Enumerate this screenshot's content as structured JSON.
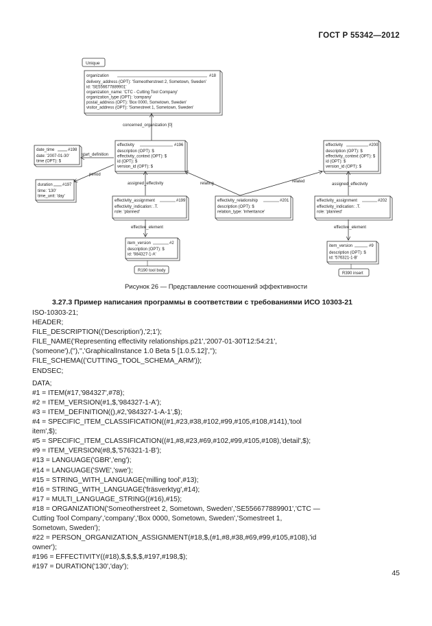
{
  "header": {
    "standard": "ГОСТ Р 55342—2012"
  },
  "diagram": {
    "label_unique": "Unique",
    "org": {
      "head": "organization",
      "num": "#18",
      "lines": [
        "delivery_address (OPT): 'Someotherstreet 2, Sometown, Sweden'",
        "id: 'SE556677889901'",
        "organization_name: 'CTC - Cutting Tool Company'",
        "organization_type (OPT): 'company'",
        "postal_address (OPT): 'Box 0000, Sometown, Sweden'",
        "visitor_address (OPT): 'Somestreet 1, Sometown, Sweden'"
      ]
    },
    "rel_concerned": "concerned_organization [0]",
    "datetime": {
      "head": "date_time",
      "num": "#198",
      "lines": [
        "date: '2007-01-30'",
        "time (OPT): $"
      ]
    },
    "rel_start": "start_definition",
    "eff196": {
      "head": "effectivity",
      "num": "#196",
      "lines": [
        "description (OPT): $",
        "effectivity_context (OPT): $",
        "id (OPT): $",
        "version_id (OPT): $"
      ]
    },
    "rel_period": "period",
    "duration": {
      "head": "duration",
      "num": "#197",
      "lines": [
        "time: '130'",
        "time_unit: 'day'"
      ]
    },
    "eff200": {
      "head": "effectivity",
      "num": "#200",
      "lines": [
        "description (OPT): $",
        "effectivity_context (OPT): $",
        "id (OPT): $",
        "version_id (OPT): $"
      ]
    },
    "rel_assigned_left": "assigned_effectivity",
    "rel_relating": "relating",
    "rel_related": "related",
    "rel_assigned_right": "assigned_effectivity",
    "ea199": {
      "head": "effectivity_assignment",
      "num": "#199",
      "lines": [
        "effectivity_indication: .T.",
        "role: 'planned'"
      ]
    },
    "er201": {
      "head": "effectivity_relationship",
      "num": "#201",
      "lines": [
        "description (OPT): $",
        "relation_type: 'inheritance'"
      ]
    },
    "ea202": {
      "head": "effectivity_assignment",
      "num": "#202",
      "lines": [
        "effectivity_indication: .T.",
        "role: 'planned'"
      ]
    },
    "rel_element_left": "effective_element",
    "rel_element_right": "effective_element",
    "iv2": {
      "head": "item_version",
      "num": "#2",
      "lines": [
        "description (OPT): $",
        "id: '984327-1-A'"
      ]
    },
    "iv9": {
      "head": "item_version",
      "num": "#9",
      "lines": [
        "description (OPT): $",
        "id: '576321-1-B'"
      ]
    },
    "tag_left": "R190 tool body",
    "tag_right": "R390 insert"
  },
  "caption": "Рисунок 26 — Представление соотношений эффективности",
  "section_heading": "3.27.3 Пример написания программы в соответствии с требованиями  ИСО 10303-21",
  "code_block1": [
    "ISO-10303-21;",
    "HEADER;",
    "FILE_DESCRIPTION(('Description'),'2;1');",
    "FILE_NAME('Representing effectivity relationships.p21','2007-01-30T12:54:21',",
    "('someone'),(''),'','GraphicalInstance 1.0 Beta 5 [1.0.5.12]','');",
    "FILE_SCHEMA(('CUTTING_TOOL_SCHEMA_ARM'));",
    "ENDSEC;"
  ],
  "code_block2": [
    "DATA;",
    "#1 = ITEM(#17,'984327',#78);",
    "#2 = ITEM_VERSION(#1,$,'984327-1-A');",
    "#3 = ITEM_DEFINITION((),#2,'984327-1-A-1',$);",
    "#4 = SPECIFIC_ITEM_CLASSIFICATION((#1,#23,#38,#102,#99,#105,#108,#141),'tool",
    "item',$);",
    "#5 = SPECIFIC_ITEM_CLASSIFICATION((#1,#8,#23,#69,#102,#99,#105,#108),'detail',$);",
    "#9 = ITEM_VERSION(#8,$,'576321-1-B');",
    "#13 = LANGUAGE('GBR','eng');",
    "#14 = LANGUAGE('SWE','swe');",
    "#15 = STRING_WITH_LANGUAGE('milling tool',#13);",
    "#16 = STRING_WITH_LANGUAGE('fräsverktyg',#14);",
    "#17 = MULTI_LANGUAGE_STRING((#16),#15);",
    "#18 = ORGANIZATION('Someotherstreet 2, Sometown, Sweden','SE556677889901','CTC —",
    "Cutting Tool Company','company','Box 0000, Sometown, Sweden','Somestreet 1,",
    "Sometown, Sweden');",
    "#22 = PERSON_ORGANIZATION_ASSIGNMENT(#18,$,(#1,#8,#38,#69,#99,#105,#108),'id",
    "owner');",
    "#196 = EFFECTIVITY((#18),$,$,$,$,#197,#198,$);",
    "#197 = DURATION('130','day');"
  ],
  "page_number": "45"
}
